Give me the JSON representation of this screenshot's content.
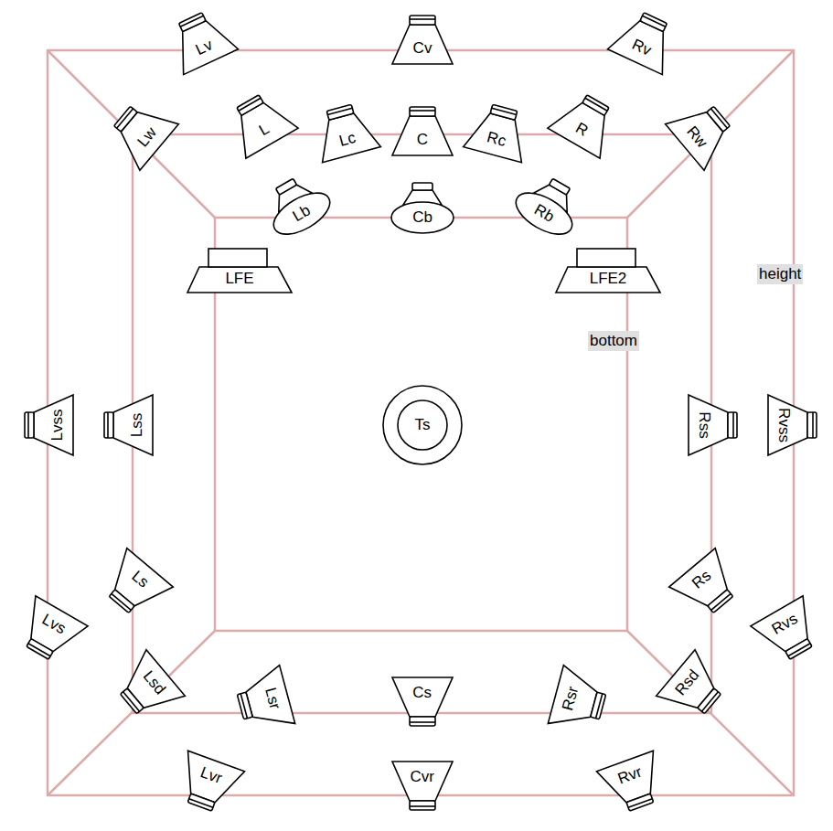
{
  "diagram": {
    "nodes": [
      {
        "text": [
          "Lv"
        ]
      },
      {
        "text": [
          "Cv"
        ]
      },
      {
        "text": [
          "Rv"
        ]
      },
      {
        "text": [
          "Lw"
        ]
      },
      {
        "text": [
          "L"
        ]
      },
      {
        "text": [
          "Lc"
        ]
      },
      {
        "text": [
          "C"
        ]
      },
      {
        "text": [
          "Rc"
        ]
      },
      {
        "text": [
          "R"
        ]
      },
      {
        "text": [
          "Rw"
        ]
      },
      {
        "text": [
          "Lb"
        ]
      },
      {
        "text": [
          "Cb"
        ]
      },
      {
        "text": [
          "Rb"
        ]
      },
      {
        "text": [
          "LFE"
        ]
      },
      {
        "text": [
          "LFE2"
        ]
      },
      {
        "text": [
          "Lvss"
        ]
      },
      {
        "text": [
          "Lss"
        ]
      },
      {
        "text": [
          "Ts"
        ]
      },
      {
        "text": [
          "Rss"
        ]
      },
      {
        "text": [
          "Rvss"
        ]
      },
      {
        "text": [
          "Ls"
        ]
      },
      {
        "text": [
          "Rs"
        ]
      },
      {
        "text": [
          "Lvs"
        ]
      },
      {
        "text": [
          "Rvs"
        ]
      },
      {
        "text": [
          "Lsd"
        ]
      },
      {
        "text": [
          "Lsr"
        ]
      },
      {
        "text": [
          "Cs"
        ]
      },
      {
        "text": [
          "Rsr"
        ]
      },
      {
        "text": [
          "Rsd"
        ]
      },
      {
        "text": [
          "Lvr"
        ]
      },
      {
        "text": [
          "Cvr"
        ]
      },
      {
        "text": [
          "Rvr"
        ]
      }
    ],
    "labels": [
      "height",
      "bottom"
    ]
  }
}
